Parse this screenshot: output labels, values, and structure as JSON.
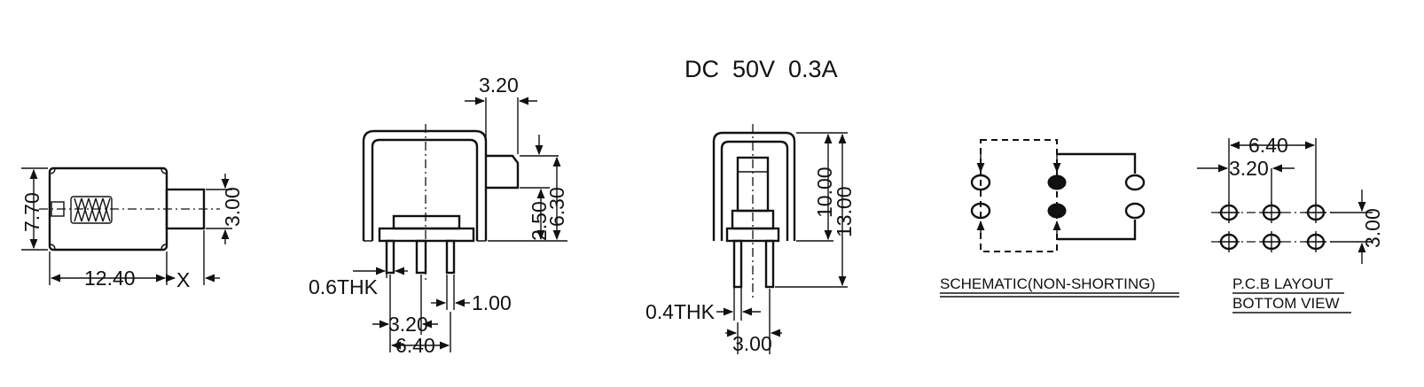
{
  "rating": "DC  50V  0.3A",
  "side_view": {
    "dim_height": "7.70",
    "dim_length": "12.40",
    "dim_travel": "X",
    "dim_stem": "3.00"
  },
  "front_view": {
    "dim_top": "3.20",
    "dim_a": "2.50",
    "dim_b": "6.30",
    "dim_thickness": "0.6THK",
    "dim_pin_width": "1.00",
    "dim_pitch_small": "3.20",
    "dim_pitch_large": "6.40"
  },
  "end_view": {
    "dim_body": "10.00",
    "dim_total": "13.00",
    "dim_thickness": "0.4THK",
    "dim_span": "3.00"
  },
  "schematic": {
    "caption": "SCHEMATIC(NON-SHORTING)"
  },
  "pcb": {
    "dim_pitch_large": "6.40",
    "dim_pitch_small": "3.20",
    "dim_row": "3.00",
    "caption_line1": "P.C.B LAYOUT",
    "caption_line2": "BOTTOM VIEW"
  }
}
